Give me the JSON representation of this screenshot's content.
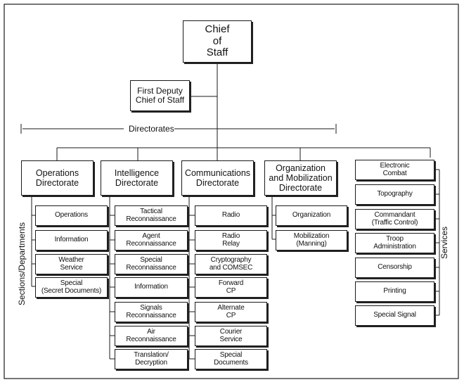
{
  "chief": "Chief\nof\nStaff",
  "deputy": "First Deputy\nChief of Staff",
  "directorates_label": "Directorates",
  "sections_label": "Sections/Departments",
  "services_label": "Services",
  "directorates": [
    {
      "title": "Operations\nDirectorate",
      "sections": [
        "Operations",
        "Information",
        "Weather\nService",
        "Special\n(Secret Documents)"
      ]
    },
    {
      "title": "Intelligence\nDirectorate",
      "sections": [
        "Tactical\nReconnaissance",
        "Agent\nReconnaissance",
        "Special\nReconnaissance",
        "Information",
        "Signals\nReconnaissance",
        "Air\nReconnaissance",
        "Translation/\nDecryption"
      ]
    },
    {
      "title": "Communications\nDirectorate",
      "sections": [
        "Radio",
        "Radio\nRelay",
        "Cryptography\nand COMSEC",
        "Forward\nCP",
        "Alternate\nCP",
        "Courier\nService",
        "Special\nDocuments"
      ]
    },
    {
      "title": "Organization\nand Mobilization\nDirectorate",
      "sections": [
        "Organization",
        "Mobilization\n(Manning)"
      ]
    }
  ],
  "services": [
    "Electronic\nCombat",
    "Topography",
    "Commandant\n(Traffic Control)",
    "Troop\nAdministration",
    "Censorship",
    "Printing",
    "Special Signal"
  ]
}
